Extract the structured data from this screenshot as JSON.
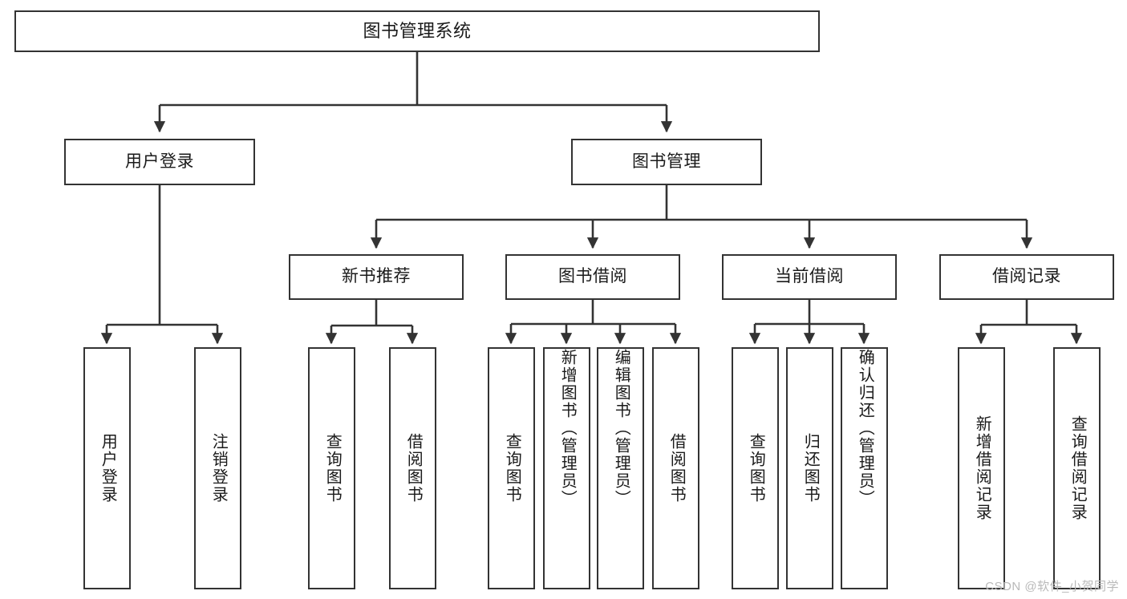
{
  "diagram": {
    "title": "图书管理系统",
    "type": "hierarchy-tree",
    "watermark": "CSDN @软件_小贺同学",
    "colors": {
      "box_border": "#333333",
      "box_fill": "#ffffff",
      "edge": "#333333",
      "text": "#1a1a1a",
      "watermark": "#b9b9b9",
      "background": "#ffffff"
    },
    "root": {
      "label": "图书管理系统"
    },
    "level2": [
      {
        "label": "用户登录"
      },
      {
        "label": "图书管理"
      }
    ],
    "level3": [
      {
        "label": "新书推荐"
      },
      {
        "label": "图书借阅"
      },
      {
        "label": "当前借阅"
      },
      {
        "label": "借阅记录"
      }
    ],
    "leaves": {
      "user_login": [
        {
          "label": "用户登录"
        },
        {
          "label": "注销登录"
        }
      ],
      "new_book_recommend": [
        {
          "label": "查询图书"
        },
        {
          "label": "借阅图书"
        }
      ],
      "book_borrow": [
        {
          "label": "查询图书"
        },
        {
          "label": "新增图书（管理员）"
        },
        {
          "label": "编辑图书（管理员）"
        },
        {
          "label": "借阅图书"
        }
      ],
      "current_borrow": [
        {
          "label": "查询图书"
        },
        {
          "label": "归还图书"
        },
        {
          "label": "确认归还（管理员）"
        }
      ],
      "borrow_record": [
        {
          "label": "新增借阅记录"
        },
        {
          "label": "查询借阅记录"
        }
      ]
    }
  }
}
